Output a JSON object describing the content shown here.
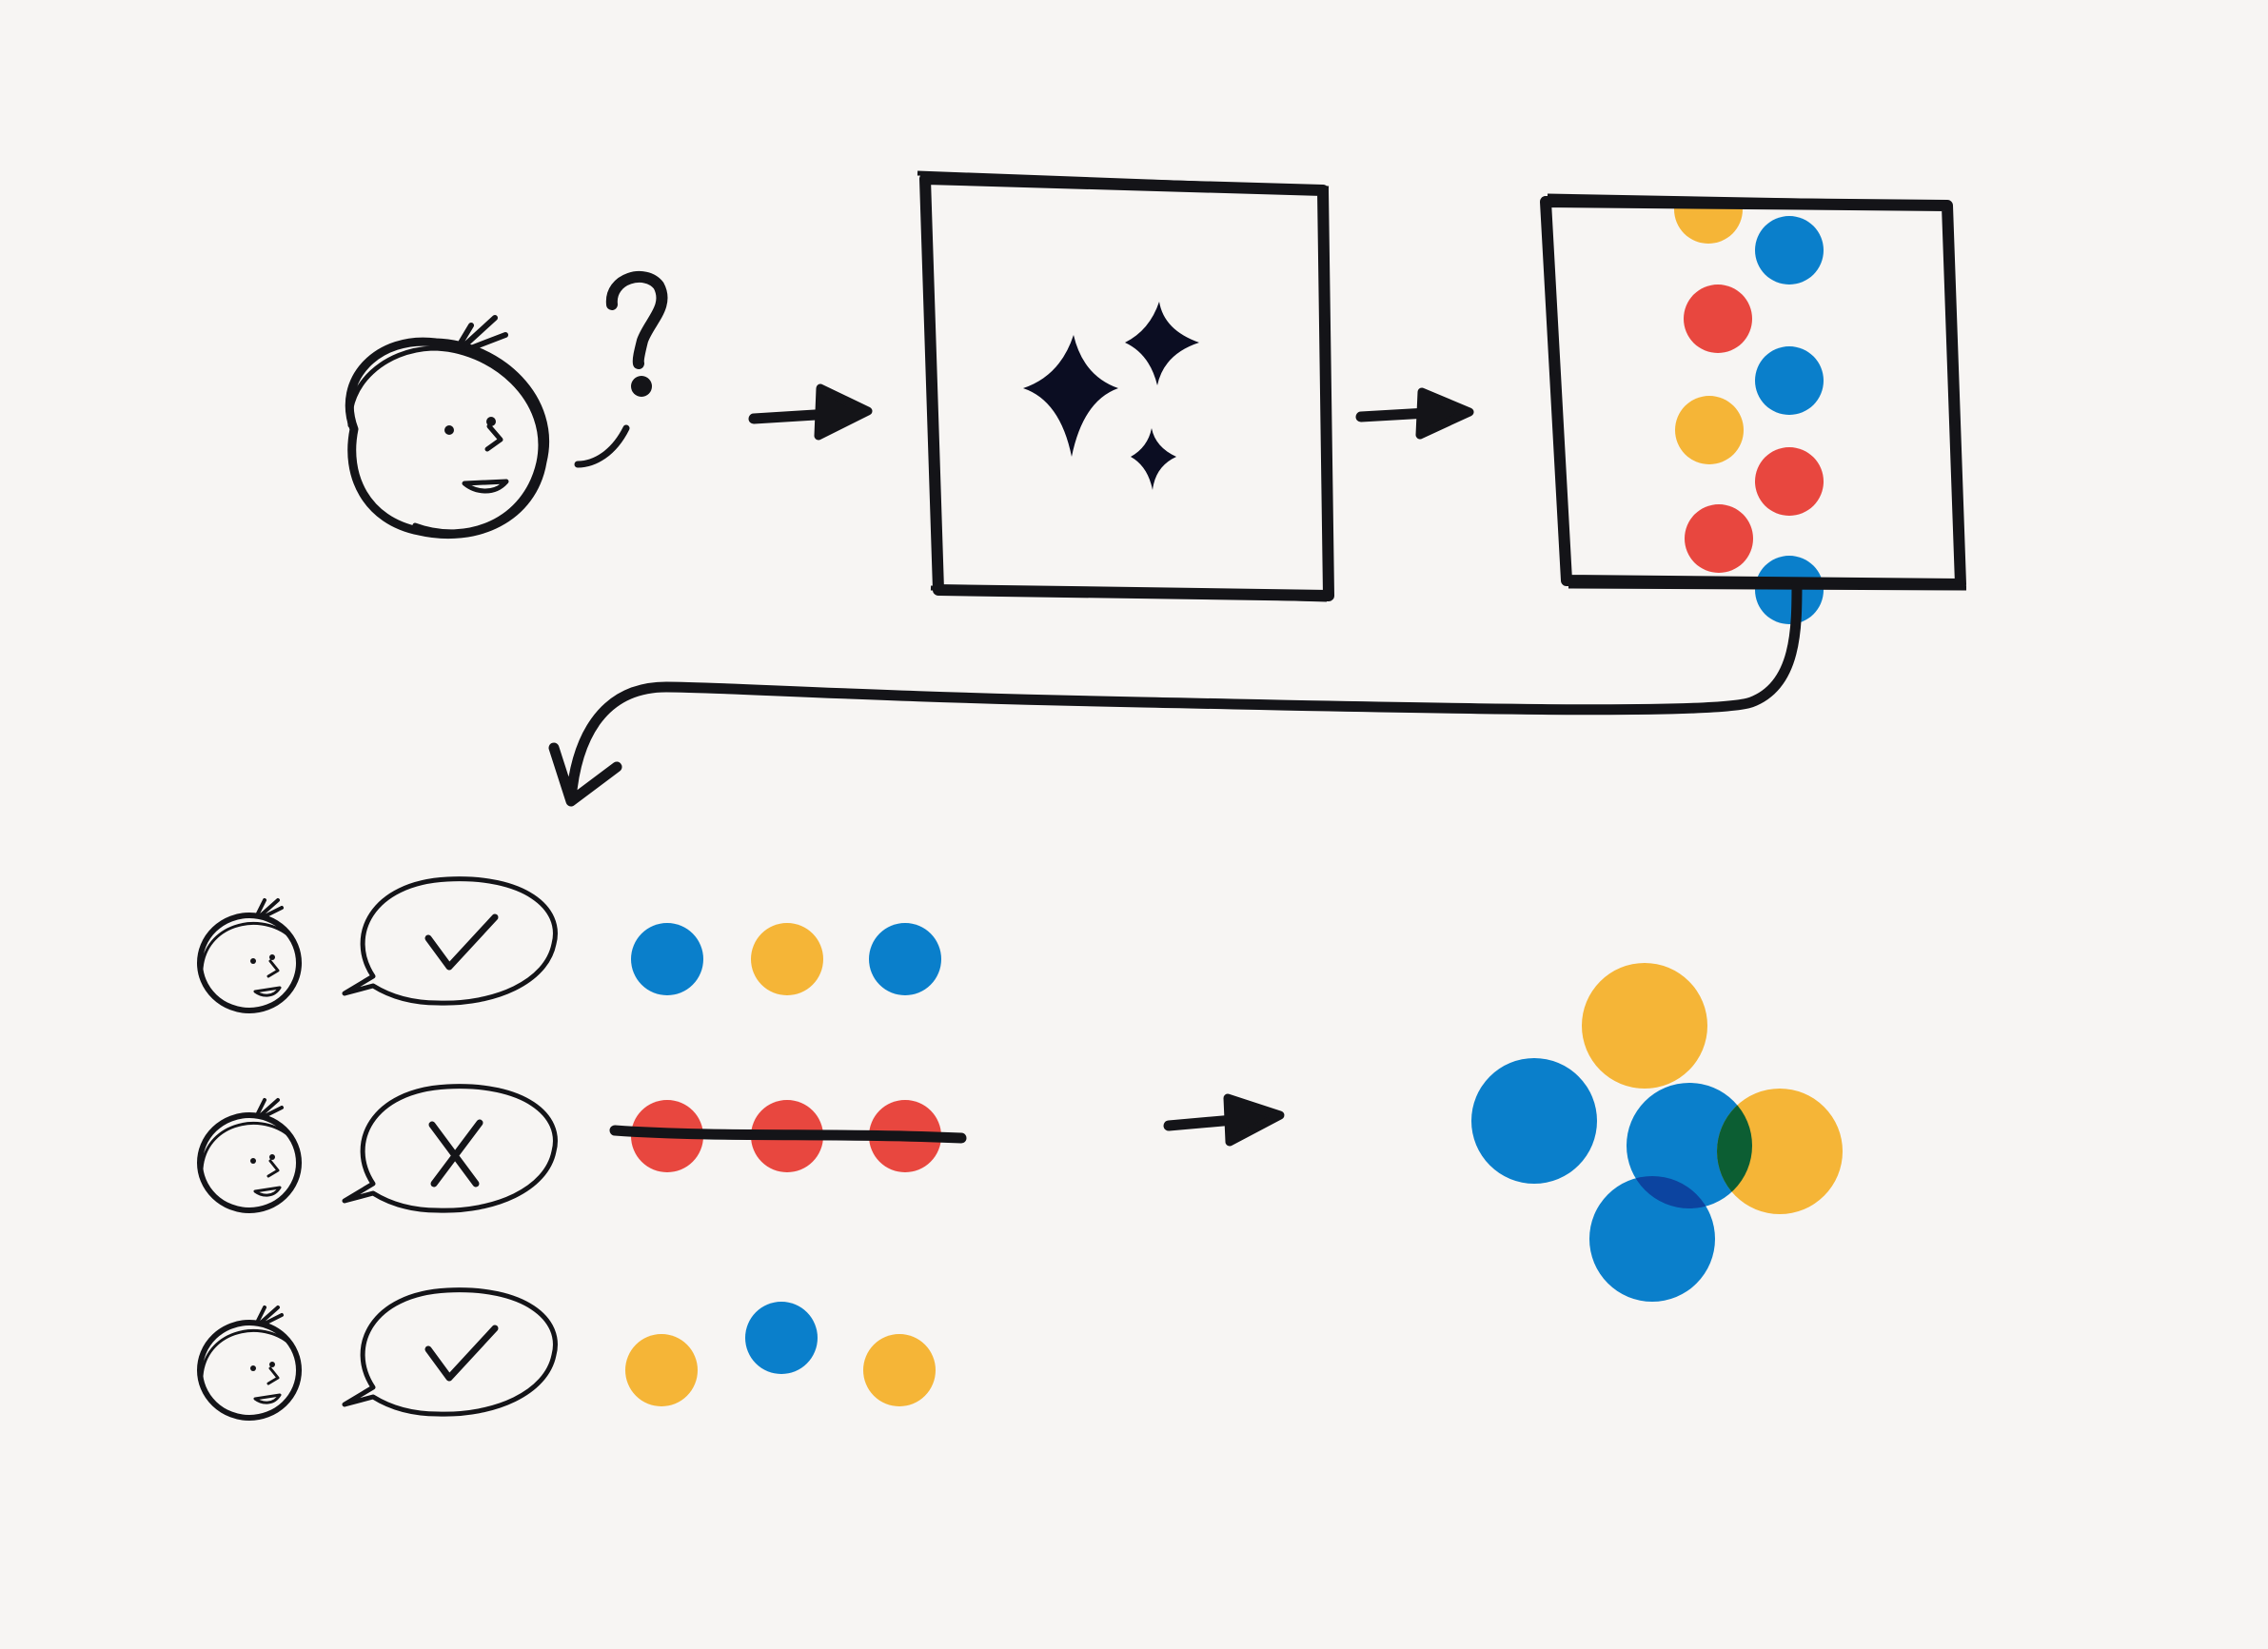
{
  "diagram": {
    "background": "#f7f5f3",
    "ink": "#141418",
    "sparkle_color": "#0b0d22",
    "palette": {
      "blue": "#0a7fcb",
      "yellow": "#f5b537",
      "red": "#e8473f",
      "green": "#0c5e33",
      "orange": "#f08c0c",
      "navy": "#0c44a0"
    },
    "icons": {
      "user": "user-face-icon",
      "question": "question-mark-icon",
      "generator": "sparkles-icon",
      "check": "checkmark-icon",
      "reject": "x-mark-icon",
      "result": "merged-circles-icon"
    },
    "question_mark": "?",
    "generated_samples": [
      "yellow",
      "blue",
      "red",
      "blue",
      "yellow",
      "red",
      "red",
      "blue"
    ],
    "feedback_rows": [
      {
        "verdict": "accept",
        "samples": [
          "blue",
          "yellow",
          "blue"
        ],
        "struck_through": false
      },
      {
        "verdict": "reject",
        "samples": [
          "red",
          "red",
          "red"
        ],
        "struck_through": true
      },
      {
        "verdict": "accept",
        "samples": [
          "yellow",
          "blue",
          "yellow"
        ],
        "struck_through": false
      }
    ],
    "result_cluster": [
      "yellow",
      "blue",
      "blue",
      "yellow",
      "blue"
    ]
  }
}
